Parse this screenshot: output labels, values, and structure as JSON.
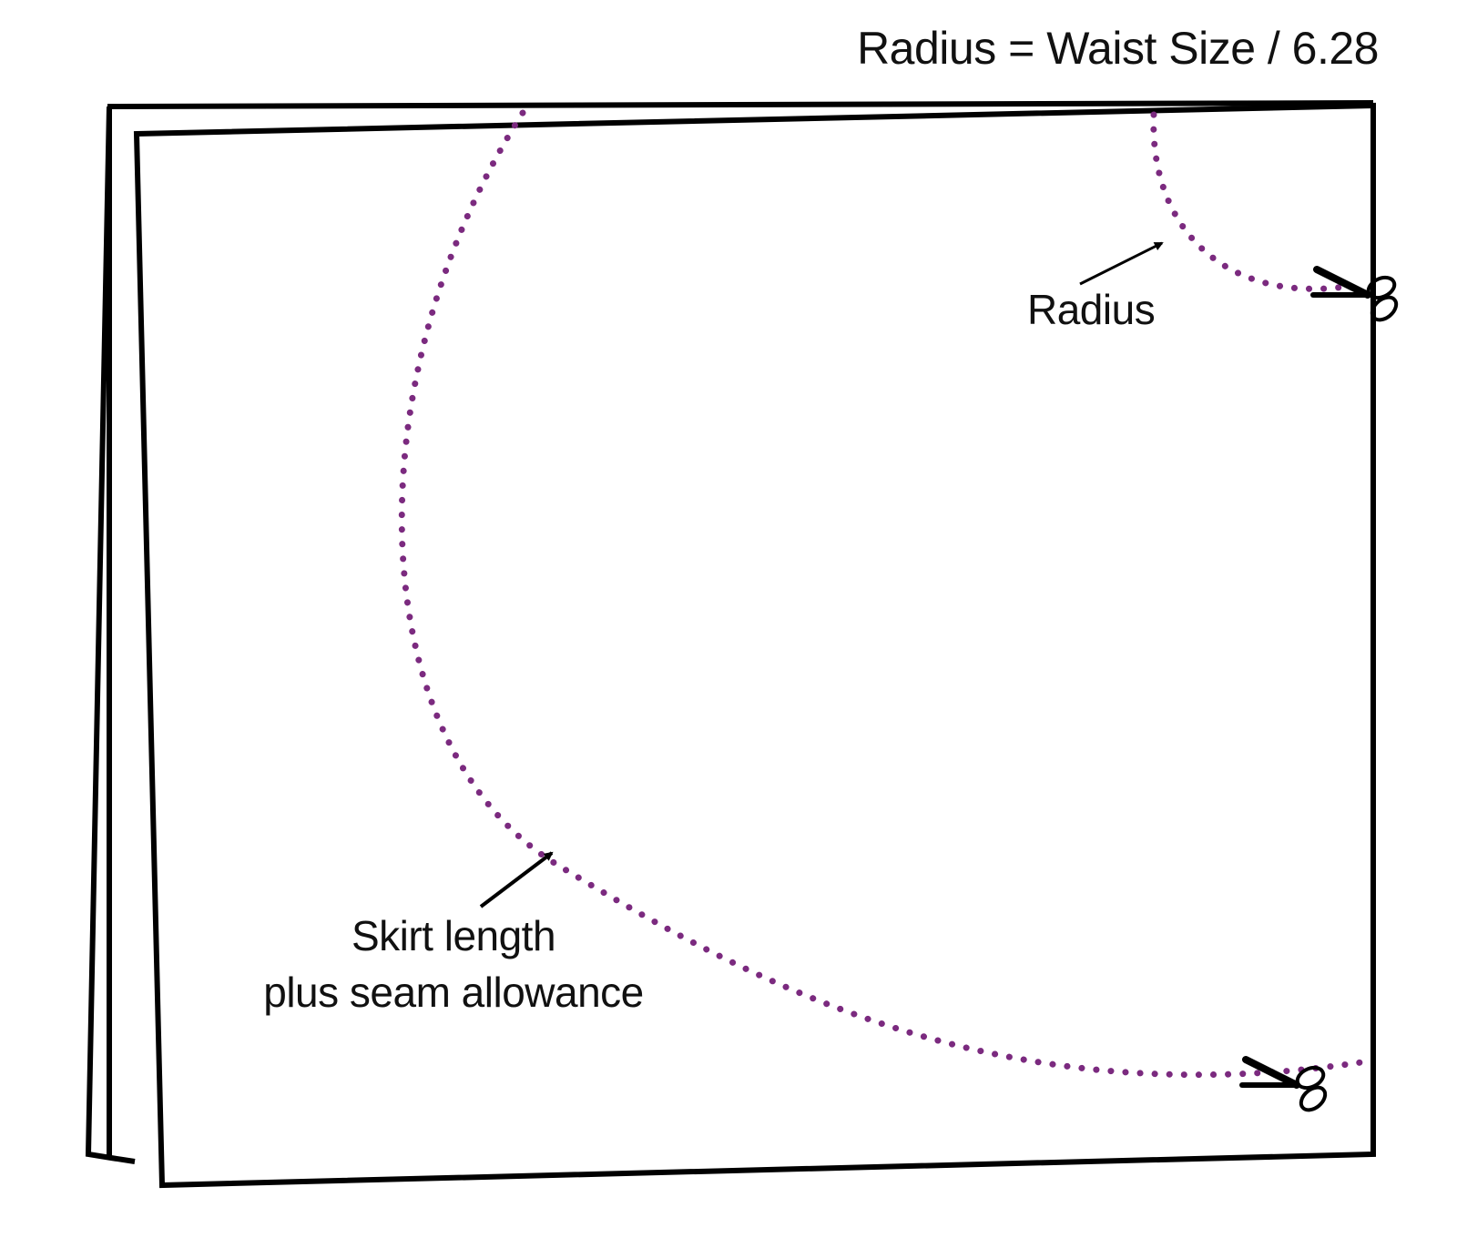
{
  "diagram": {
    "formula": "Radius = Waist Size / 6.28",
    "radius_label": "Radius",
    "skirt_label_line1": "Skirt length",
    "skirt_label_line2": "plus seam allowance",
    "colors": {
      "cut_line": "#7b2a7f",
      "outline": "#000000",
      "background": "#ffffff"
    },
    "icons": [
      "scissors-icon",
      "scissors-icon"
    ]
  }
}
